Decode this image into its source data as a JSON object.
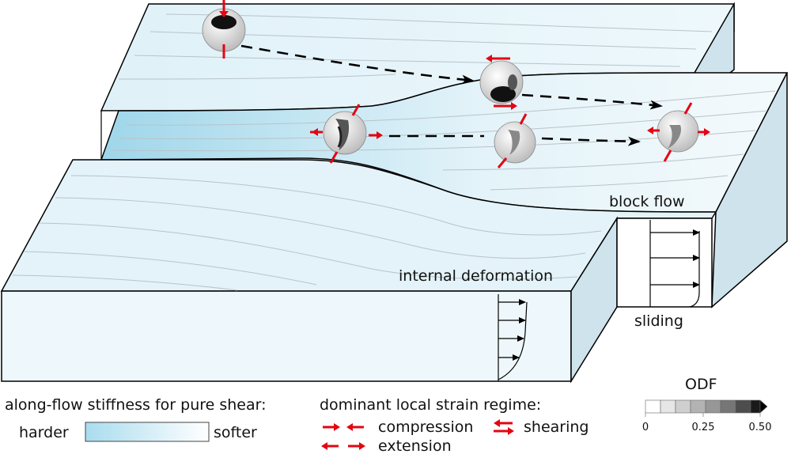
{
  "labels": {
    "block_flow": "block flow",
    "internal_deformation": "internal deformation",
    "sliding": "sliding"
  },
  "legend": {
    "stiffness_title": "along-flow stiffness for pure shear:",
    "harder": "harder",
    "softer": "softer",
    "strain_title": "dominant local strain regime:",
    "compression": "compression",
    "shearing": "shearing",
    "extension": "extension",
    "odf_title": "ODF",
    "odf_ticks": [
      "0",
      "0.25",
      "0.50"
    ]
  },
  "colors": {
    "ice_light": "#eef8fc",
    "ice_mid": "#d6eef7",
    "ice_hard": "#a9dcee",
    "side_face": "#cfe3ec",
    "arrow_red": "#e30613",
    "flowline": "#b9c3c8"
  }
}
